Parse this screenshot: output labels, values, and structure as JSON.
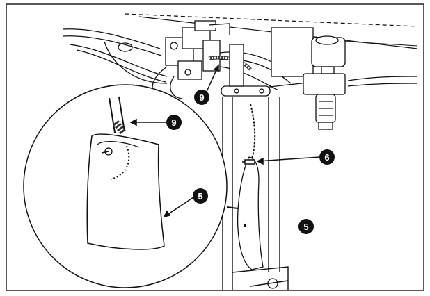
{
  "colors": {
    "ink": "#111111",
    "paper": "#ffffff",
    "frame": "#222222"
  },
  "callouts": [
    {
      "id": "c9-main",
      "label": "9"
    },
    {
      "id": "c9-detail",
      "label": "9"
    },
    {
      "id": "c6",
      "label": "6"
    },
    {
      "id": "c5-detail",
      "label": "5"
    },
    {
      "id": "c5-main",
      "label": "5"
    }
  ]
}
